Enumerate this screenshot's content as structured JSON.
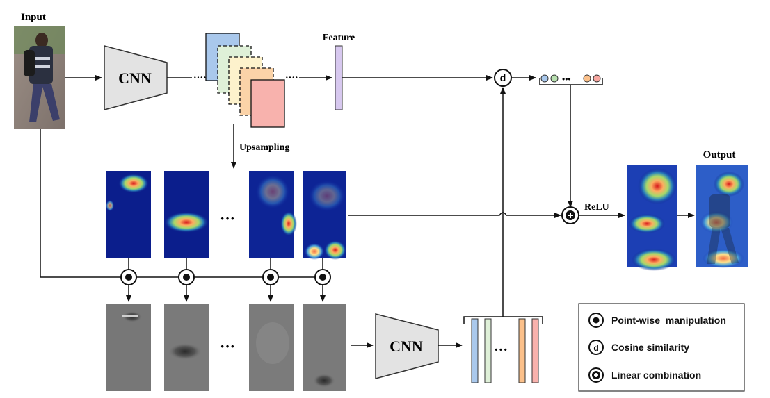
{
  "labels": {
    "input": "Input",
    "output": "Output",
    "feature": "Feature",
    "upsampling": "Upsampling",
    "relu": "ReLU",
    "cnn_top": "CNN",
    "cnn_bottom": "CNN",
    "ellipsis": "···",
    "ellipsis_small": "····",
    "dots_row": "•••",
    "d_symbol": "d"
  },
  "legend": {
    "items": [
      {
        "symbol": "point-wise",
        "text": "Point-wise  manipulation"
      },
      {
        "symbol": "cosine",
        "text": "Cosine similarity"
      },
      {
        "symbol": "linear",
        "text": "Linear combination"
      }
    ]
  },
  "colors": {
    "feature_map_blue": "#a9c8ec",
    "feature_map_green": "#dff0d8",
    "feature_map_yellow": "#fdf2cc",
    "feature_map_orange": "#fbd3a8",
    "feature_map_pink": "#f8b2ad",
    "feature_vector": "#d7c8ef",
    "cnn_fill": "#e3e3e3",
    "heatmap_bg": "#0b1e8c",
    "masked_gray": "#777777"
  }
}
